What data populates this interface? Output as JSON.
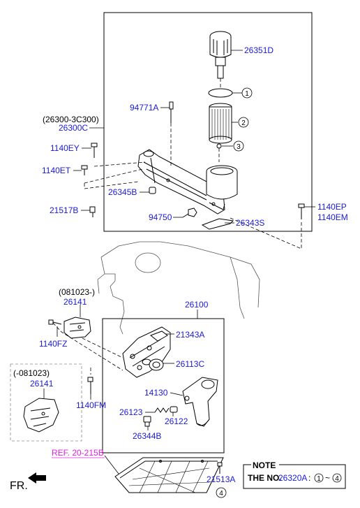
{
  "labels": {
    "p26351D": "26351D",
    "p94771A": "94771A",
    "p26300_3C300": "(26300-3C300)",
    "p26300C": "26300C",
    "p1140EY": "1140EY",
    "p1140ET": "1140ET",
    "p26345B": "26345B",
    "p21517B": "21517B",
    "p94750": "94750",
    "p26343S": "26343S",
    "p1140EP": "1140EP",
    "p1140EM": "1140EM",
    "p081023a": "(081023-)",
    "p26141a": "26141",
    "p26100": "26100",
    "p1140FZ": "1140FZ",
    "p21343A": "21343A",
    "p26113C": "26113C",
    "p081023b": "(-081023)",
    "p26141b": "26141",
    "p14130": "14130",
    "p1140FM": "1140FM",
    "p26123": "26123",
    "p26122": "26122",
    "p26344B": "26344B",
    "ref": "REF. 20-215B",
    "p21513A": "21513A",
    "fr": "FR."
  },
  "callouts": [
    "1",
    "2",
    "3",
    "4"
  ],
  "note": {
    "title": "NOTE",
    "prefix": "THE NO.",
    "code": "26320A",
    "colon": ":",
    "from": "1",
    "tilde": "~",
    "to": "4"
  },
  "colors": {
    "part_label": "#1a1ad6",
    "ref_label": "#e020e0",
    "line": "#000000"
  }
}
